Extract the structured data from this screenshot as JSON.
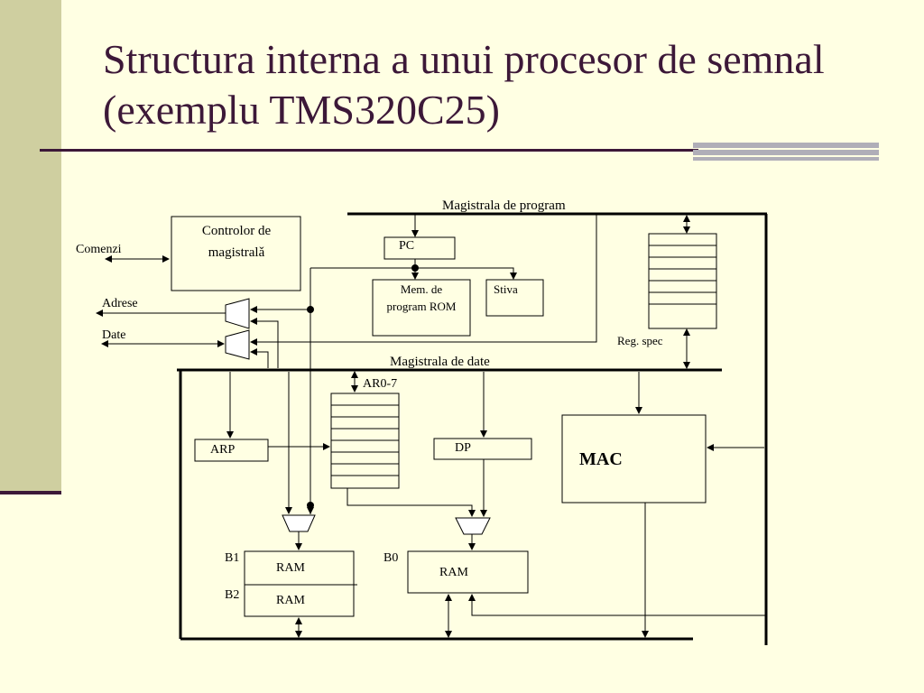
{
  "slide": {
    "title": "Structura interna a unui procesor de semnal (exemplu TMS320C25)"
  },
  "diagram": {
    "labels": {
      "program_bus": "Magistrala de program",
      "data_bus": "Magistrala de date",
      "bus_controller_line1": "Controlor de",
      "bus_controller_line2": "magistralǎ",
      "commands": "Comenzi",
      "addresses": "Adrese",
      "data": "Date",
      "pc": "PC",
      "rom_line1": "Mem. de",
      "rom_line2": "program ROM",
      "stack": "Stiva",
      "reg_spec": "Reg.  spec",
      "ar": "AR0-7",
      "arp": "ARP",
      "dp": "DP",
      "mac": "MAC",
      "b1": "B1",
      "b2": "B2",
      "b0": "B0",
      "ram_b1": "RAM",
      "ram_b2": "RAM",
      "ram_b0": "RAM"
    }
  }
}
